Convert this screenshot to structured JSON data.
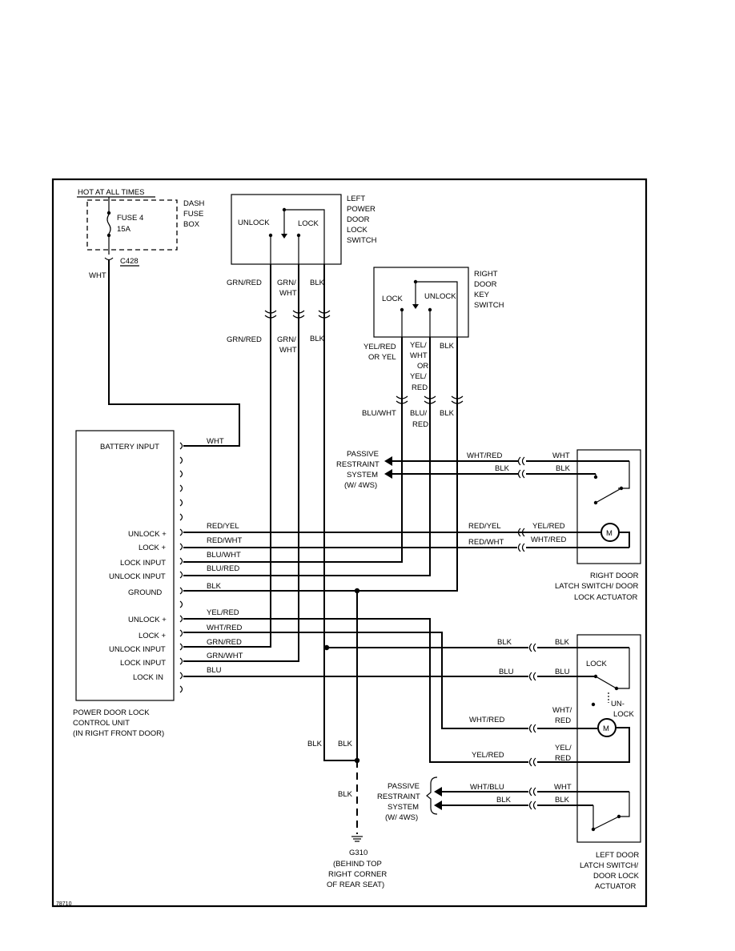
{
  "fuse_box": {
    "hot_label": "HOT AT ALL TIMES",
    "fuse_name": "FUSE 4",
    "fuse_rating": "15A",
    "box_label": [
      "DASH",
      "FUSE",
      "BOX"
    ],
    "connector": "C428",
    "wire": "WHT"
  },
  "left_switch": {
    "title": [
      "LEFT",
      "POWER",
      "DOOR",
      "LOCK",
      "SWITCH"
    ],
    "unlock": "UNLOCK",
    "lock": "LOCK",
    "wire_grn_red": "GRN/RED",
    "wire_grn_wht": [
      "GRN/",
      "WHT"
    ],
    "wire_blk": "BLK"
  },
  "right_key_switch": {
    "title": [
      "RIGHT",
      "DOOR",
      "KEY",
      "SWITCH"
    ],
    "lock": "LOCK",
    "unlock": "UNLOCK",
    "wire_upper_1": [
      "YEL/RED",
      "OR YEL"
    ],
    "wire_upper_2": [
      "YEL/",
      "WHT",
      "OR",
      "YEL/",
      "RED"
    ],
    "wire_blk": "BLK",
    "wire_lower_1": "BLU/WHT",
    "wire_lower_2": [
      "BLU/",
      "RED"
    ]
  },
  "control_unit": {
    "title": [
      "POWER DOOR LOCK",
      "CONTROL UNIT",
      "(IN RIGHT FRONT DOOR)"
    ],
    "battery_input": "BATTERY INPUT",
    "battery_wire": "WHT",
    "pins_upper": [
      "UNLOCK +",
      "LOCK +",
      "LOCK INPUT",
      "UNLOCK INPUT",
      "GROUND"
    ],
    "wires_upper": [
      "RED/YEL",
      "RED/WHT",
      "BLU/WHT",
      "BLU/RED",
      "BLK"
    ],
    "pins_lower": [
      "UNLOCK +",
      "LOCK +",
      "UNLOCK INPUT",
      "LOCK INPUT",
      "LOCK IN"
    ],
    "wires_lower": [
      "YEL/RED",
      "WHT/RED",
      "GRN/RED",
      "GRN/WHT",
      "BLU"
    ]
  },
  "passive_upper": {
    "label": [
      "PASSIVE",
      "RESTRAINT",
      "SYSTEM",
      "(W/ 4WS)"
    ],
    "wire_1_left": "WHT/RED",
    "wire_1_right": "WHT",
    "wire_2_left": "BLK",
    "wire_2_right": "BLK"
  },
  "right_door": {
    "label": [
      "RIGHT DOOR",
      "LATCH SWITCH/ DOOR",
      "LOCK ACTUATOR"
    ],
    "wire_a_left": "RED/YEL",
    "wire_a_right": "YEL/RED",
    "wire_b_left": "RED/WHT",
    "wire_b_right": "WHT/RED",
    "motor": "M"
  },
  "left_door": {
    "label": [
      "LEFT DOOR",
      "LATCH SWITCH/",
      "DOOR LOCK",
      "ACTUATOR"
    ],
    "wire_blk_left": "BLK",
    "wire_blk_right": "BLK",
    "wire_blu_left": "BLU",
    "wire_blu_right": "BLU",
    "lock": "LOCK",
    "unlock": [
      "UN-",
      "LOCK"
    ],
    "wire_whtred_left": "WHT/RED",
    "wire_whtred_right": [
      "WHT/",
      "RED"
    ],
    "wire_yelred_left": "YEL/RED",
    "wire_yelred_right": [
      "YEL/",
      "RED"
    ],
    "motor": "M"
  },
  "passive_lower": {
    "label": [
      "PASSIVE",
      "RESTRAINT",
      "SYSTEM",
      "(W/ 4WS)"
    ],
    "wire_1_left": "WHT/BLU",
    "wire_1_right": "WHT",
    "wire_2_left": "BLK",
    "wire_2_right": "BLK"
  },
  "ground": {
    "wire_left": "BLK",
    "wire_right": "BLK",
    "wire_lower": "BLK",
    "name": "G310",
    "location": [
      "(BEHIND TOP",
      "RIGHT CORNER",
      "OF REAR SEAT)"
    ]
  },
  "figure_id": "78710"
}
